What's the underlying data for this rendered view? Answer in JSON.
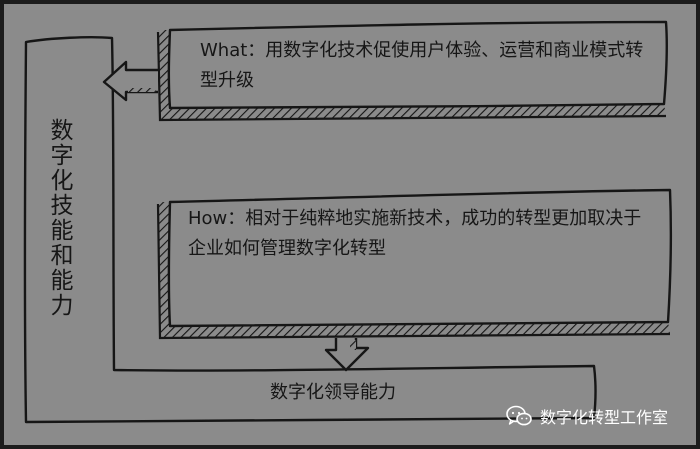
{
  "diagram": {
    "left_label": "数字化技能和能力",
    "what_text": "What：用数字化技术促使用户体验、运营和商业模式转型升级",
    "how_text": "How：相对于纯粹地实施新技术，成功的转型更加取决于企业如何管理数字化转型",
    "bottom_label": "数字化领导能力"
  },
  "watermark": {
    "icon": "wechat-icon",
    "text": "数字化转型工作室"
  },
  "colors": {
    "background": "#8b8b8b",
    "ink": "#161616",
    "frame": "#1c1c1c"
  }
}
